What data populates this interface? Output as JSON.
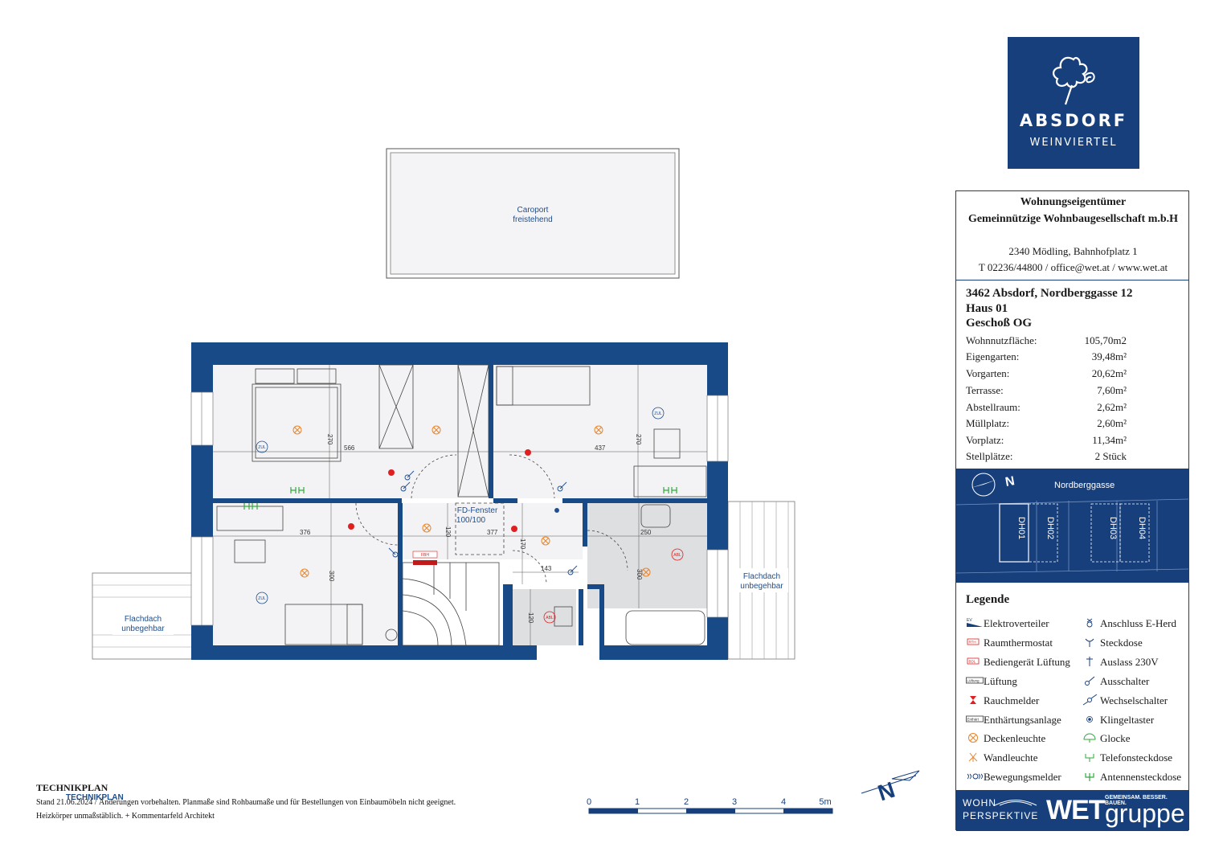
{
  "carport": {
    "line1": "Caroport",
    "line2": "freistehend"
  },
  "flachdach_left": {
    "line1": "Flachdach",
    "line2": "unbegehbar"
  },
  "flachdach_right": {
    "line1": "Flachdach",
    "line2": "unbegehbar"
  },
  "fd_fenster": {
    "line1": "FD-Fenster",
    "line2": "100/100"
  },
  "dimensions": {
    "d566": "566",
    "d437": "437",
    "d270a": "270",
    "d270b": "270",
    "d376": "376",
    "d377": "377",
    "d250": "250",
    "d300a": "300",
    "d300b": "300",
    "d120a": "120",
    "d120b": "120",
    "d170": "170",
    "d143": "143"
  },
  "symbols": {
    "zul": "ZUL",
    "abl": "ABL",
    "fbh": "FBH"
  },
  "logo": {
    "name": "ABSDORF",
    "region": "WEINVIERTEL"
  },
  "owner": {
    "heading": "Wohnungseigentümer",
    "company": "Gemeinnützige Wohnbaugesellschaft m.b.H",
    "address": "2340 Mödling, Bahnhofplatz 1",
    "contact": "T 02236/44800 / office@wet.at / www.wet.at"
  },
  "property": {
    "address": "3462 Absdorf, Nordberggasse 12",
    "house": "Haus 01",
    "floor": "Geschoß OG",
    "areas": [
      {
        "label": "Wohnnutzfläche:",
        "value": "105,70m2"
      },
      {
        "label": "Eigengarten:",
        "value": "39,48m²"
      },
      {
        "label": "Vorgarten:",
        "value": "20,62m²"
      },
      {
        "label": "Terrasse:",
        "value": "7,60m²"
      },
      {
        "label": "Abstellraum:",
        "value": "2,62m²"
      },
      {
        "label": "Müllplatz:",
        "value": "2,60m²"
      },
      {
        "label": "Vorplatz:",
        "value": "11,34m²"
      },
      {
        "label": "Stellplätze:",
        "value": "2 Stück"
      }
    ]
  },
  "site_map": {
    "street": "Nordberggasse",
    "north": "N",
    "houses": [
      "DH01",
      "DH02",
      "DH03",
      "DH04"
    ]
  },
  "legend": {
    "title": "Legende",
    "left": [
      {
        "icon": "elektroverteiler-icon",
        "label": "Elektroverteiler"
      },
      {
        "icon": "raumthermostat-icon",
        "label": "Raumthermostat"
      },
      {
        "icon": "bediengeraet-icon",
        "label": "Bediengerät Lüftung"
      },
      {
        "icon": "lueftung-icon",
        "label": "Lüftung"
      },
      {
        "icon": "rauchmelder-icon",
        "label": "Rauchmelder"
      },
      {
        "icon": "enthaertung-icon",
        "label": "Enthärtungsanlage"
      },
      {
        "icon": "deckenleuchte-icon",
        "label": "Deckenleuchte"
      },
      {
        "icon": "wandleuchte-icon",
        "label": "Wandleuchte"
      },
      {
        "icon": "bewegungsmelder-icon",
        "label": "Bewegungsmelder"
      }
    ],
    "right": [
      {
        "icon": "e-herd-icon",
        "label": "Anschluss E-Herd"
      },
      {
        "icon": "steckdose-icon",
        "label": "Steckdose"
      },
      {
        "icon": "auslass-icon",
        "label": "Auslass 230V"
      },
      {
        "icon": "ausschalter-icon",
        "label": "Ausschalter"
      },
      {
        "icon": "wechselschalter-icon",
        "label": "Wechselschalter"
      },
      {
        "icon": "klingeltaster-icon",
        "label": "Klingeltaster"
      },
      {
        "icon": "glocke-icon",
        "label": "Glocke"
      },
      {
        "icon": "telefonsteckdose-icon",
        "label": "Telefonsteckdose"
      },
      {
        "icon": "antennensteckdose-icon",
        "label": "Antennensteckdose"
      }
    ],
    "tags": {
      "ev": "EV",
      "rth": "RTH",
      "bdl": "BDL",
      "lueftung": "Lüftung",
      "enthaert": "Enthärt"
    }
  },
  "footer": {
    "wohn": "WOHN",
    "perspektive": "PERSPEKTIVE",
    "wet": "WET",
    "gruppe": "gruppe",
    "slogan": "GEMEINSAM. BESSER. BAUEN."
  },
  "notes": {
    "title": "TECHNIKPLAN",
    "overlay": "TECHNIKPLAN",
    "line1": "Stand 21.06.2024 / Änderungen vorbehalten. Planmaße sind Rohbaumaße und für Bestellungen von Einbaumöbeln nicht geeignet.",
    "line2": "Heizkörper unmaßstäblich. + Kommentarfeld Architekt"
  },
  "scale": {
    "labels": [
      "0",
      "1",
      "2",
      "3",
      "4",
      "5m"
    ]
  },
  "north_arrow": {
    "letter": "N"
  },
  "colors": {
    "brand": "#173f7c",
    "wall": "#174a87",
    "orange": "#e8852a",
    "red": "#e02020",
    "green": "#2eaa3a"
  }
}
